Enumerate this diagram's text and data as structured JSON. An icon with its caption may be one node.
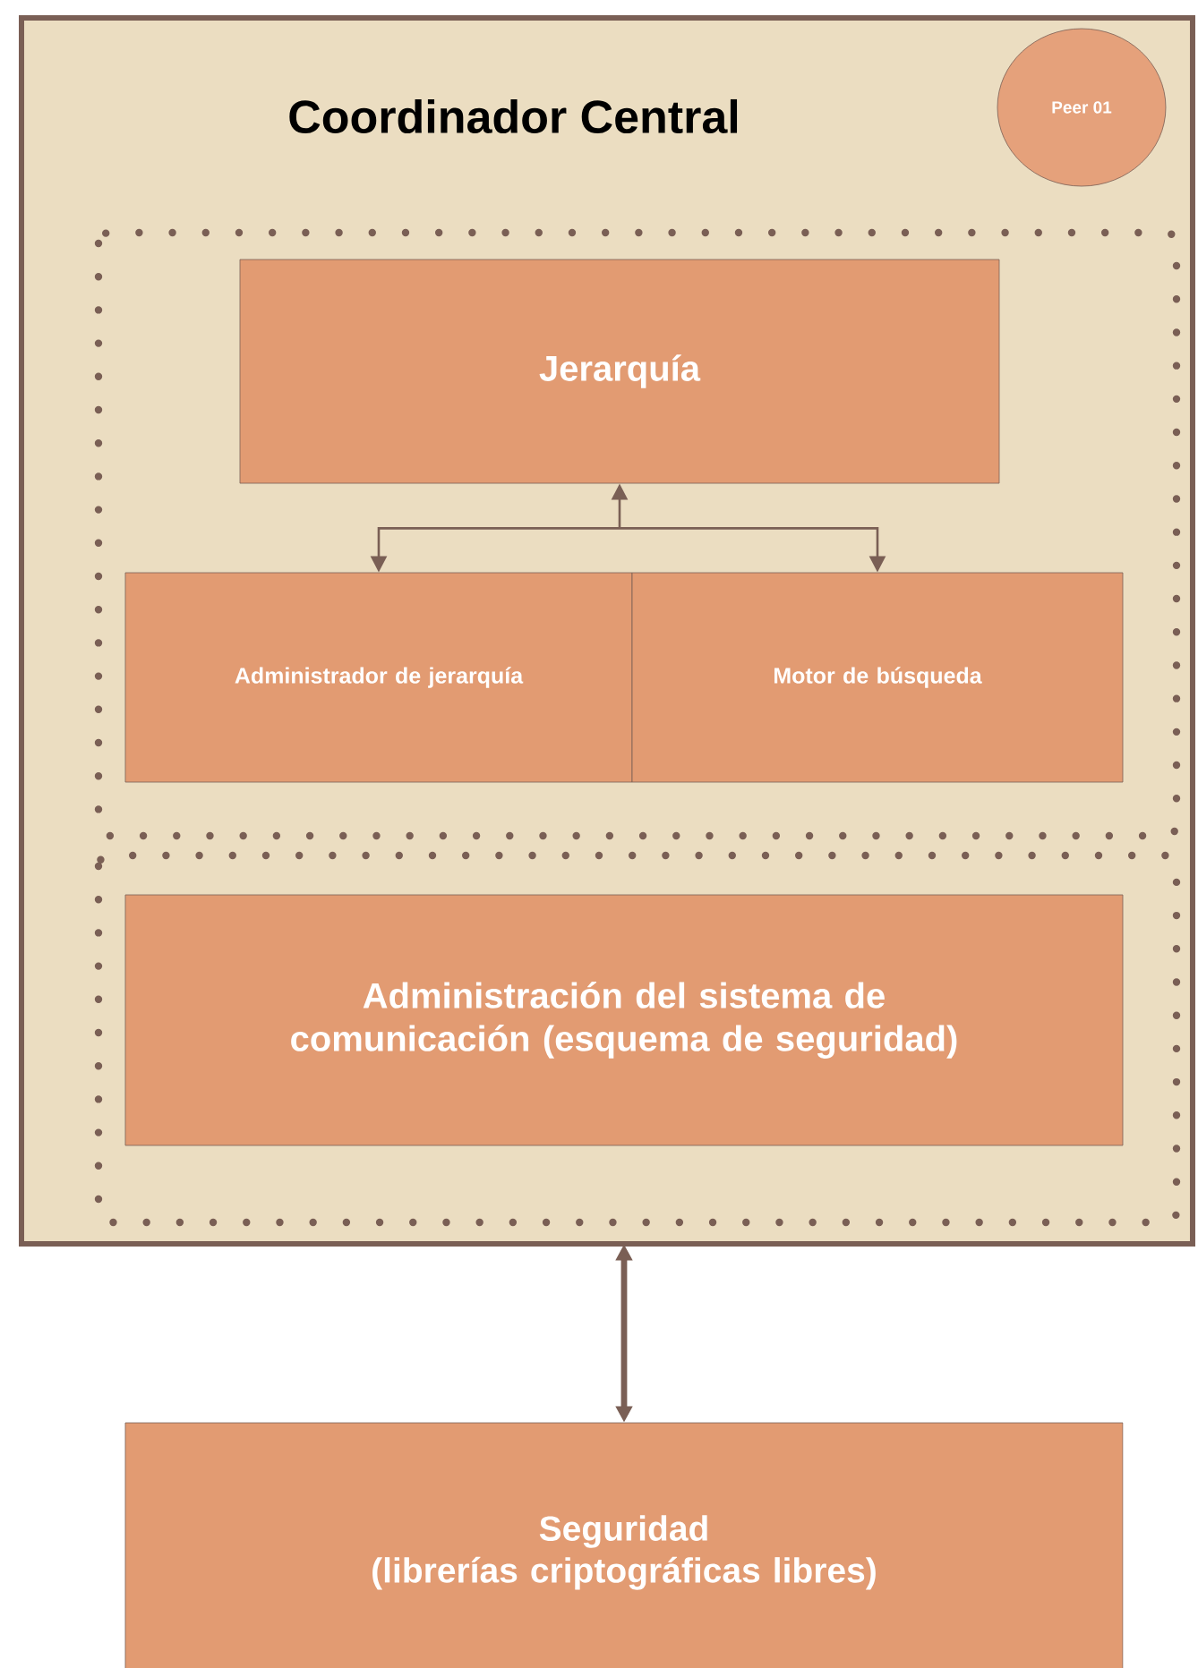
{
  "diagram": {
    "nodes": [
      {
        "text": [
          "Coordinador Central"
        ]
      },
      {
        "text": [
          "Peer 01"
        ],
        "in": 0
      },
      {
        "text": [],
        "shape": "box",
        "in": 0
      },
      {
        "text": [
          "Jerarquía"
        ],
        "in": 2
      },
      {
        "text": [
          "Administrador de jerarquía"
        ],
        "in": 2
      },
      {
        "text": [
          "Motor de búsqueda"
        ],
        "in": 2
      },
      {
        "text": [],
        "shape": "box",
        "in": 0
      },
      {
        "text": [
          "Administración del sistema de comunicación (esquema de seguridad)"
        ],
        "in": 6
      },
      {
        "text": [
          "Seguridad",
          "(librerías criptográficas libres)"
        ]
      }
    ],
    "edges": [
      {
        "from": 3,
        "to": 4,
        "arrow": "both"
      },
      {
        "from": 3,
        "to": 5,
        "arrow": "both"
      },
      {
        "from": 0,
        "to": 8,
        "arrow": "both",
        "style": "thick"
      }
    ]
  }
}
